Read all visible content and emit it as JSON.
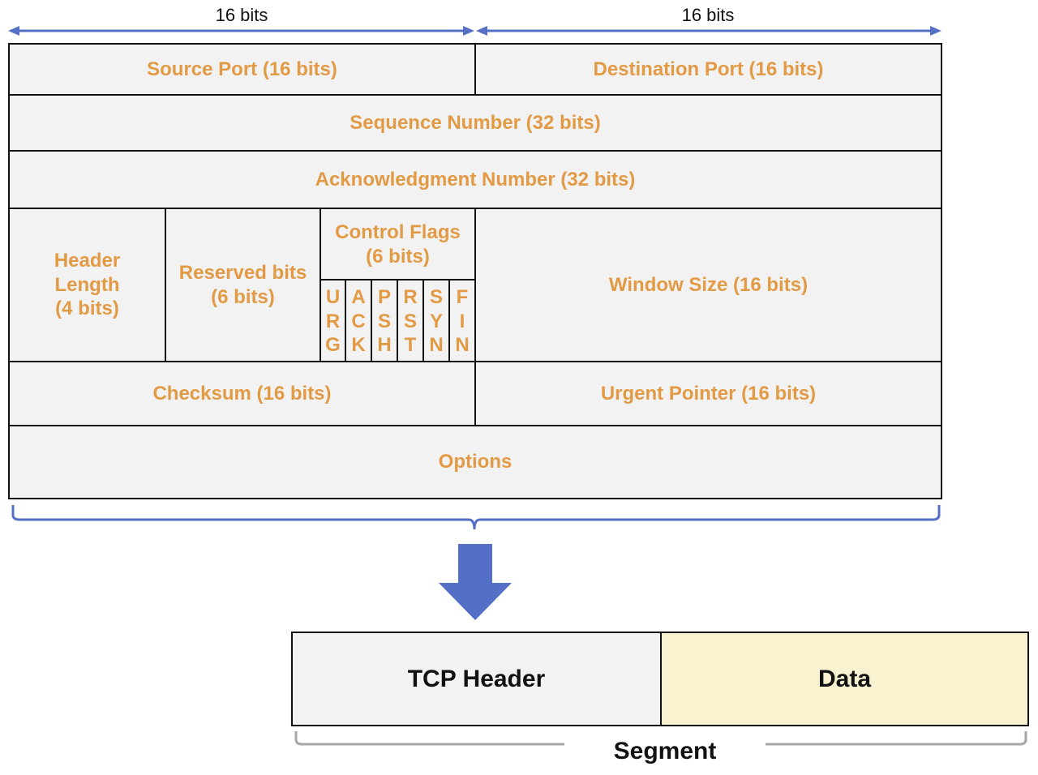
{
  "bit_widths": {
    "left": "16 bits",
    "right": "16 bits"
  },
  "header": {
    "source_port": "Source Port (16 bits)",
    "destination_port": "Destination Port (16 bits)",
    "sequence_number": "Sequence Number (32 bits)",
    "ack_number": "Acknowledgment Number (32 bits)",
    "header_length": [
      "Header",
      "Length",
      "(4 bits)"
    ],
    "reserved_bits": [
      "Reserved bits",
      "(6 bits)"
    ],
    "control_flags": [
      "Control Flags",
      "(6 bits)"
    ],
    "flags": [
      [
        "U",
        "R",
        "G"
      ],
      [
        "A",
        "C",
        "K"
      ],
      [
        "P",
        "S",
        "H"
      ],
      [
        "R",
        "S",
        "T"
      ],
      [
        "S",
        "Y",
        "N"
      ],
      [
        "F",
        "I",
        "N"
      ]
    ],
    "window_size": "Window Size (16 bits)",
    "checksum": "Checksum (16 bits)",
    "urgent_pointer": "Urgent Pointer (16 bits)",
    "options": "Options"
  },
  "segment": {
    "tcp_header": "TCP Header",
    "data": "Data",
    "label": "Segment"
  },
  "colors": {
    "field_text": "#e39a45",
    "arrow_blue": "#5470c6",
    "data_fill": "#f8f2d0",
    "header_fill": "#f2f2f2"
  }
}
